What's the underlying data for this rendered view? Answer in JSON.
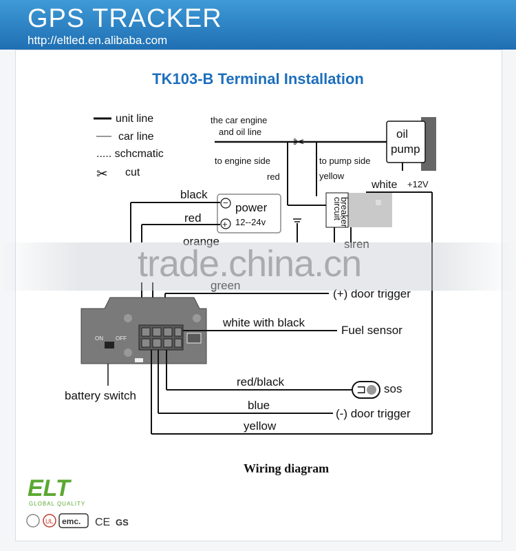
{
  "header": {
    "title": "GPS TRACKER",
    "url": "http://eltled.en.alibaba.com"
  },
  "diagram": {
    "title": "TK103-B Terminal Installation",
    "legend": {
      "unit_line": "unit line",
      "car_line": "car line",
      "schematic": "..... schcmatic",
      "cut": "cut"
    },
    "engine": {
      "line_label_1": "the car engine",
      "line_label_2": "and oil line",
      "engine_side": "to engine side",
      "pump_side": "to pump side",
      "red": "red",
      "yellow": "yellow",
      "white": "white",
      "plus12": "+12V"
    },
    "oil_pump": {
      "line1": "oil",
      "line2": "pump"
    },
    "breaker": {
      "line1": "circuit",
      "line2": "breaker"
    },
    "power": {
      "label": "power",
      "range": "12--24v",
      "minus": "−",
      "plus": "+"
    },
    "wires": {
      "black": "black",
      "red": "red",
      "orange": "orange",
      "siren": "siren",
      "green": "green",
      "white_black": "white with black",
      "red_black": "red/black",
      "blue": "blue",
      "yellow": "yellow"
    },
    "targets": {
      "door_pos": "(+) door trigger",
      "fuel": "Fuel sensor",
      "sos": "sos",
      "door_neg": "(-) door trigger"
    },
    "unit": {
      "on": "ON",
      "off": "OFF",
      "battery_switch": "battery switch"
    },
    "caption": "Wiring diagram"
  },
  "watermark": "trade.china.cn",
  "footer": {
    "logo": "ELT",
    "tagline": "GLOBAL QUALITY",
    "cert_emc": "emc.",
    "cert_ce": "CE",
    "cert_gs": "GS"
  },
  "colors": {
    "header": "#1f6fb3",
    "title": "#1d6fbd",
    "logo_green": "#5aa832"
  }
}
